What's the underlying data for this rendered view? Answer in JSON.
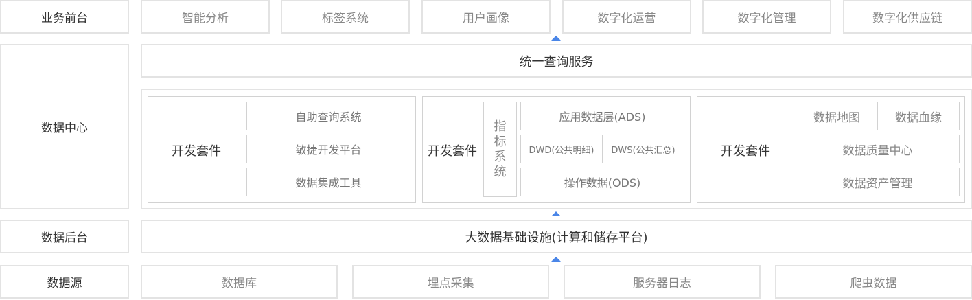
{
  "layers": {
    "frontend": "业务前台",
    "datacenter": "数据中心",
    "backend": "数据后台",
    "source": "数据源"
  },
  "frontend_items": [
    "智能分析",
    "标签系统",
    "用户画像",
    "数字化运营",
    "数字化管理",
    "数字化供应链"
  ],
  "query_service": "统一查询服务",
  "panel1": {
    "title": "开发套件",
    "items": [
      "自助查询系统",
      "敏捷开发平台",
      "数据集成工具"
    ]
  },
  "panel2": {
    "title": "开发套件",
    "vertical_label": [
      "指",
      "标",
      "系",
      "统"
    ],
    "ads": "应用数据层(ADS)",
    "dwd": "DWD(公共明细)",
    "dws": "DWS(公共汇总)",
    "ods": "操作数据(ODS)"
  },
  "panel3": {
    "title": "开发套件",
    "map": "数据地图",
    "lineage": "数据血缘",
    "quality": "数据质量中心",
    "assets": "数据资产管理"
  },
  "platform": "大数据基础设施(计算和储存平台)",
  "source_items": [
    "数据库",
    "埋点采集",
    "服务器日志",
    "爬虫数据"
  ],
  "colors": {
    "accent": "#4a86e8",
    "border": "#e3e3e3"
  }
}
